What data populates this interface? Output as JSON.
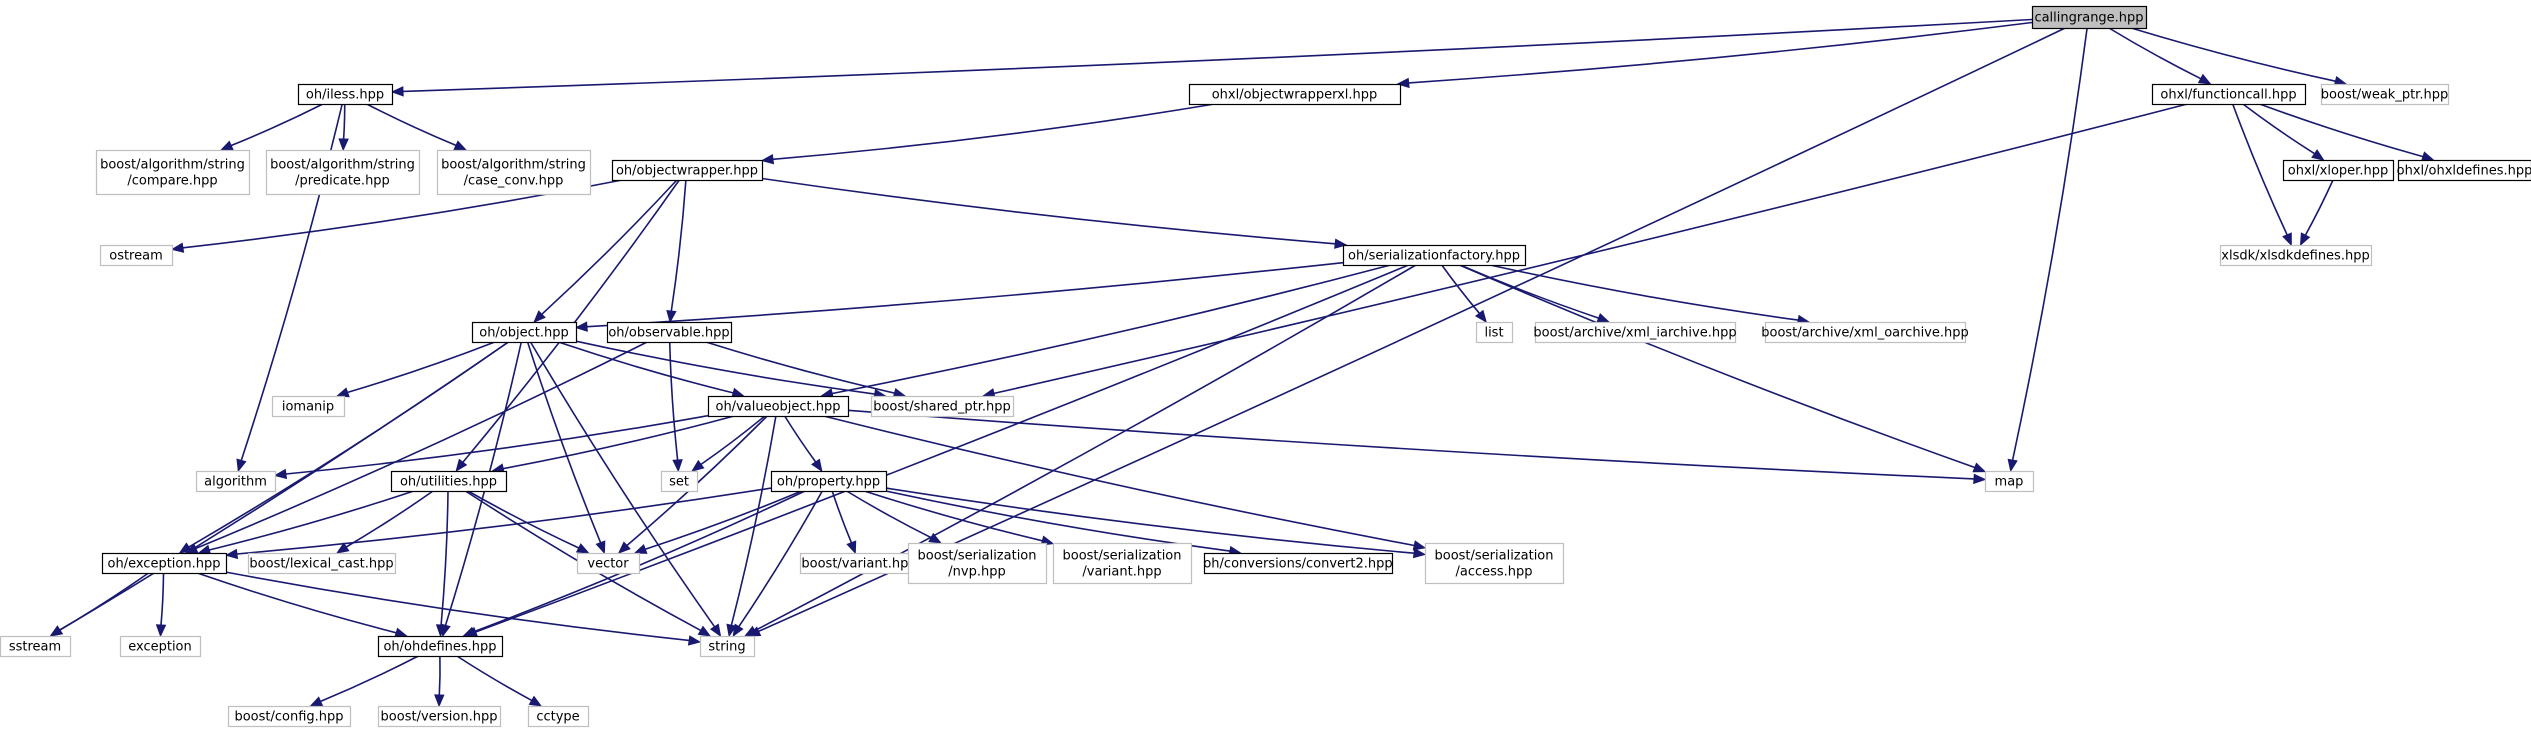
{
  "diagram": {
    "type": "include-dependency-graph",
    "colors": {
      "edge": "#191970",
      "root_fill": "#bfbfbf",
      "documented_border": "#000000",
      "external_border": "#bfbfbf",
      "background": "#ffffff"
    },
    "nodes": [
      {
        "id": "callingrange",
        "kind": "root",
        "lines": [
          "callingrange.hpp"
        ]
      },
      {
        "id": "oh_iless",
        "kind": "doc",
        "lines": [
          "oh/iless.hpp"
        ]
      },
      {
        "id": "ohxl_objectwrapperxl",
        "kind": "doc",
        "lines": [
          "ohxl/objectwrapperxl.hpp"
        ]
      },
      {
        "id": "ohxl_functioncall",
        "kind": "doc",
        "lines": [
          "ohxl/functioncall.hpp"
        ]
      },
      {
        "id": "boost_weak_ptr",
        "kind": "ext",
        "lines": [
          "boost/weak_ptr.hpp"
        ]
      },
      {
        "id": "boost_alg_compare",
        "kind": "ext",
        "lines": [
          "boost/algorithm/string",
          "/compare.hpp"
        ]
      },
      {
        "id": "boost_alg_predicate",
        "kind": "ext",
        "lines": [
          "boost/algorithm/string",
          "/predicate.hpp"
        ]
      },
      {
        "id": "boost_alg_case_conv",
        "kind": "ext",
        "lines": [
          "boost/algorithm/string",
          "/case_conv.hpp"
        ]
      },
      {
        "id": "oh_objectwrapper",
        "kind": "doc",
        "lines": [
          "oh/objectwrapper.hpp"
        ]
      },
      {
        "id": "ohxl_xloper",
        "kind": "doc",
        "lines": [
          "ohxl/xloper.hpp"
        ]
      },
      {
        "id": "ohxl_ohxldefines",
        "kind": "doc",
        "lines": [
          "ohxl/ohxldefines.hpp"
        ]
      },
      {
        "id": "xlsdk_xlsdkdefines",
        "kind": "ext",
        "lines": [
          "xlsdk/xlsdkdefines.hpp"
        ]
      },
      {
        "id": "ostream",
        "kind": "ext",
        "lines": [
          "ostream"
        ]
      },
      {
        "id": "oh_serializationfactory",
        "kind": "doc",
        "lines": [
          "oh/serializationfactory.hpp"
        ]
      },
      {
        "id": "oh_object",
        "kind": "doc",
        "lines": [
          "oh/object.hpp"
        ]
      },
      {
        "id": "oh_observable",
        "kind": "doc",
        "lines": [
          "oh/observable.hpp"
        ]
      },
      {
        "id": "list",
        "kind": "ext",
        "lines": [
          "list"
        ]
      },
      {
        "id": "boost_xml_iarchive",
        "kind": "ext",
        "lines": [
          "boost/archive/xml_iarchive.hpp"
        ]
      },
      {
        "id": "boost_xml_oarchive",
        "kind": "ext",
        "lines": [
          "boost/archive/xml_oarchive.hpp"
        ]
      },
      {
        "id": "iomanip",
        "kind": "ext",
        "lines": [
          "iomanip"
        ]
      },
      {
        "id": "oh_valueobject",
        "kind": "doc",
        "lines": [
          "oh/valueobject.hpp"
        ]
      },
      {
        "id": "boost_shared_ptr",
        "kind": "ext",
        "lines": [
          "boost/shared_ptr.hpp"
        ]
      },
      {
        "id": "algorithm",
        "kind": "ext",
        "lines": [
          "algorithm"
        ]
      },
      {
        "id": "oh_utilities",
        "kind": "doc",
        "lines": [
          "oh/utilities.hpp"
        ]
      },
      {
        "id": "set",
        "kind": "ext",
        "lines": [
          "set"
        ]
      },
      {
        "id": "oh_property",
        "kind": "doc",
        "lines": [
          "oh/property.hpp"
        ]
      },
      {
        "id": "map",
        "kind": "ext",
        "lines": [
          "map"
        ]
      },
      {
        "id": "oh_exception",
        "kind": "doc",
        "lines": [
          "oh/exception.hpp"
        ]
      },
      {
        "id": "boost_lexical_cast",
        "kind": "ext",
        "lines": [
          "boost/lexical_cast.hpp"
        ]
      },
      {
        "id": "vector",
        "kind": "ext",
        "lines": [
          "vector"
        ]
      },
      {
        "id": "boost_variant",
        "kind": "ext",
        "lines": [
          "boost/variant.hpp"
        ]
      },
      {
        "id": "boost_ser_nvp",
        "kind": "ext",
        "lines": [
          "boost/serialization",
          "/nvp.hpp"
        ]
      },
      {
        "id": "boost_ser_variant",
        "kind": "ext",
        "lines": [
          "boost/serialization",
          "/variant.hpp"
        ]
      },
      {
        "id": "oh_conversions_convert2",
        "kind": "doc",
        "lines": [
          "oh/conversions/convert2.hpp"
        ]
      },
      {
        "id": "boost_ser_access",
        "kind": "ext",
        "lines": [
          "boost/serialization",
          "/access.hpp"
        ]
      },
      {
        "id": "sstream",
        "kind": "ext",
        "lines": [
          "sstream"
        ]
      },
      {
        "id": "exception",
        "kind": "ext",
        "lines": [
          "exception"
        ]
      },
      {
        "id": "oh_ohdefines",
        "kind": "doc",
        "lines": [
          "oh/ohdefines.hpp"
        ]
      },
      {
        "id": "string",
        "kind": "ext",
        "lines": [
          "string"
        ]
      },
      {
        "id": "boost_config",
        "kind": "ext",
        "lines": [
          "boost/config.hpp"
        ]
      },
      {
        "id": "boost_version",
        "kind": "ext",
        "lines": [
          "boost/version.hpp"
        ]
      },
      {
        "id": "cctype",
        "kind": "ext",
        "lines": [
          "cctype"
        ]
      }
    ],
    "edges": [
      [
        "callingrange",
        "oh_iless"
      ],
      [
        "callingrange",
        "ohxl_objectwrapperxl"
      ],
      [
        "callingrange",
        "ohxl_functioncall"
      ],
      [
        "callingrange",
        "boost_weak_ptr"
      ],
      [
        "callingrange",
        "map"
      ],
      [
        "callingrange",
        "string"
      ],
      [
        "oh_iless",
        "boost_alg_compare"
      ],
      [
        "oh_iless",
        "boost_alg_predicate"
      ],
      [
        "oh_iless",
        "boost_alg_case_conv"
      ],
      [
        "oh_iless",
        "algorithm"
      ],
      [
        "ohxl_objectwrapperxl",
        "oh_objectwrapper"
      ],
      [
        "ohxl_functioncall",
        "ohxl_xloper"
      ],
      [
        "ohxl_functioncall",
        "ohxl_ohxldefines"
      ],
      [
        "ohxl_functioncall",
        "xlsdk_xlsdkdefines"
      ],
      [
        "ohxl_functioncall",
        "boost_shared_ptr"
      ],
      [
        "ohxl_xloper",
        "xlsdk_xlsdkdefines"
      ],
      [
        "oh_objectwrapper",
        "ostream"
      ],
      [
        "oh_objectwrapper",
        "oh_serializationfactory"
      ],
      [
        "oh_objectwrapper",
        "oh_object"
      ],
      [
        "oh_objectwrapper",
        "oh_observable"
      ],
      [
        "oh_objectwrapper",
        "oh_utilities"
      ],
      [
        "oh_serializationfactory",
        "oh_object"
      ],
      [
        "oh_serializationfactory",
        "list"
      ],
      [
        "oh_serializationfactory",
        "boost_xml_iarchive"
      ],
      [
        "oh_serializationfactory",
        "boost_xml_oarchive"
      ],
      [
        "oh_serializationfactory",
        "oh_valueobject"
      ],
      [
        "oh_serializationfactory",
        "map"
      ],
      [
        "oh_serializationfactory",
        "string"
      ],
      [
        "oh_serializationfactory",
        "oh_ohdefines"
      ],
      [
        "oh_object",
        "iomanip"
      ],
      [
        "oh_object",
        "oh_valueobject"
      ],
      [
        "oh_object",
        "boost_shared_ptr"
      ],
      [
        "oh_object",
        "sstream"
      ],
      [
        "oh_object",
        "oh_exception"
      ],
      [
        "oh_object",
        "oh_ohdefines"
      ],
      [
        "oh_object",
        "vector"
      ],
      [
        "oh_object",
        "string"
      ],
      [
        "oh_observable",
        "boost_shared_ptr"
      ],
      [
        "oh_observable",
        "set"
      ],
      [
        "oh_observable",
        "oh_exception"
      ],
      [
        "oh_valueobject",
        "algorithm"
      ],
      [
        "oh_valueobject",
        "oh_utilities"
      ],
      [
        "oh_valueobject",
        "set"
      ],
      [
        "oh_valueobject",
        "oh_property"
      ],
      [
        "oh_valueobject",
        "map"
      ],
      [
        "oh_valueobject",
        "vector"
      ],
      [
        "oh_valueobject",
        "boost_ser_access"
      ],
      [
        "oh_valueobject",
        "string"
      ],
      [
        "oh_utilities",
        "oh_exception"
      ],
      [
        "oh_utilities",
        "boost_lexical_cast"
      ],
      [
        "oh_utilities",
        "vector"
      ],
      [
        "oh_utilities",
        "oh_ohdefines"
      ],
      [
        "oh_utilities",
        "string"
      ],
      [
        "oh_property",
        "oh_exception"
      ],
      [
        "oh_property",
        "vector"
      ],
      [
        "oh_property",
        "boost_variant"
      ],
      [
        "oh_property",
        "boost_ser_nvp"
      ],
      [
        "oh_property",
        "boost_ser_variant"
      ],
      [
        "oh_property",
        "oh_conversions_convert2"
      ],
      [
        "oh_property",
        "boost_ser_access"
      ],
      [
        "oh_property",
        "string"
      ],
      [
        "oh_property",
        "oh_ohdefines"
      ],
      [
        "oh_exception",
        "sstream"
      ],
      [
        "oh_exception",
        "exception"
      ],
      [
        "oh_exception",
        "oh_ohdefines"
      ],
      [
        "oh_exception",
        "string"
      ],
      [
        "oh_ohdefines",
        "boost_config"
      ],
      [
        "oh_ohdefines",
        "boost_version"
      ],
      [
        "oh_ohdefines",
        "cctype"
      ]
    ]
  }
}
